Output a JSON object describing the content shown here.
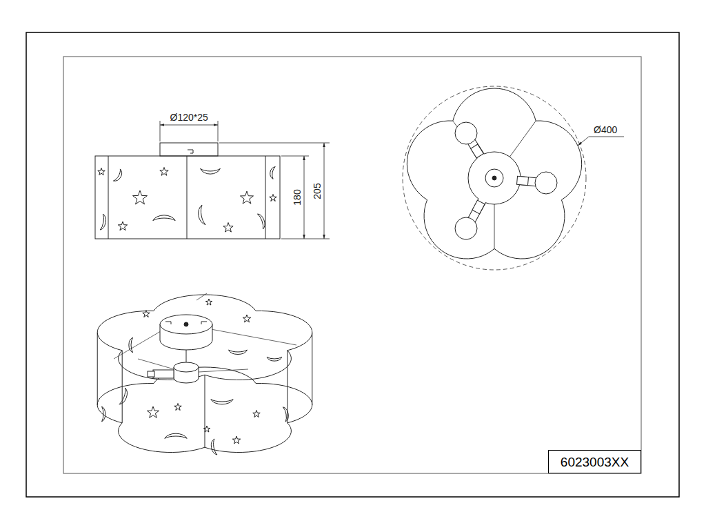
{
  "diagram": {
    "nodes": [
      {
        "text": [
          "6023003XX"
        ]
      }
    ],
    "labels": [
      "Ø120*25",
      "180",
      "205",
      "Ø400"
    ]
  }
}
